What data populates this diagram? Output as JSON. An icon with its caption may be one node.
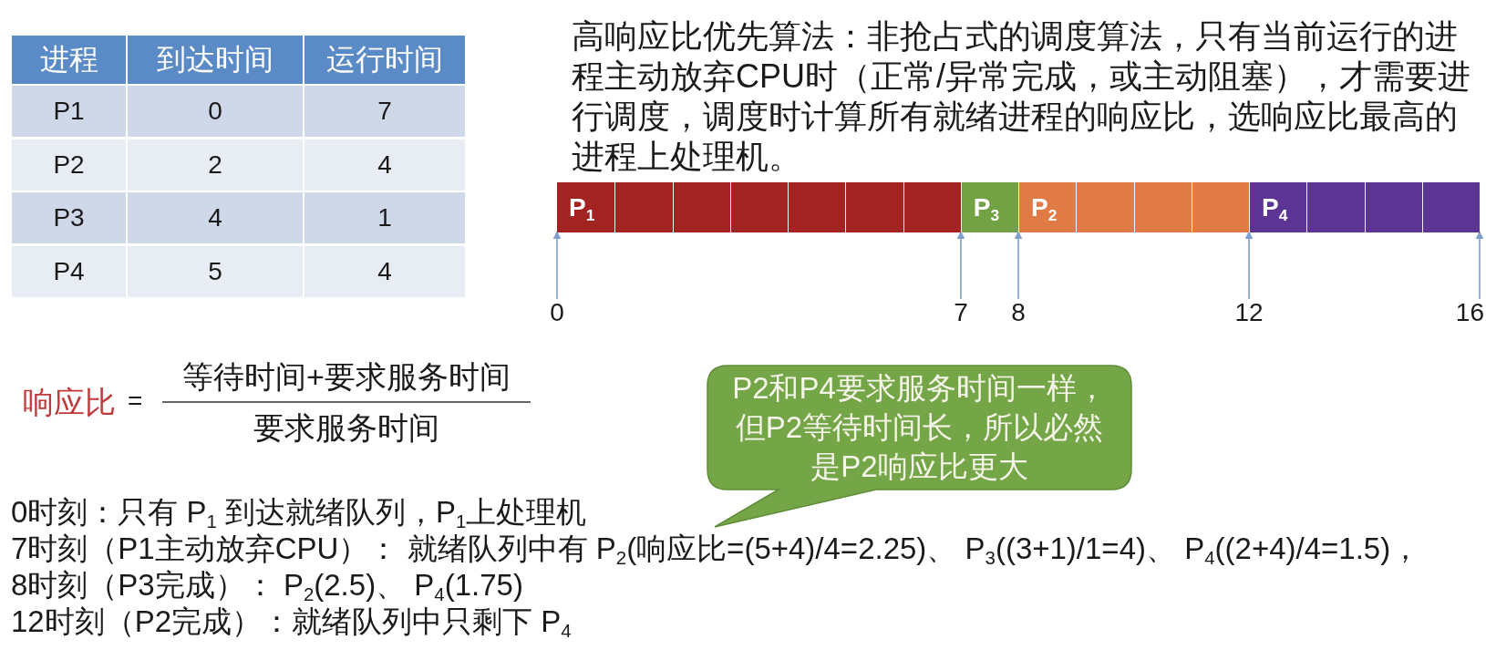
{
  "diagram": {
    "nodes": [
      {
        "text": [
          "P$_{1}$"
        ]
      },
      {
        "text": [],
        "shape": "box"
      },
      {
        "text": [],
        "shape": "box"
      },
      {
        "text": [],
        "shape": "box"
      },
      {
        "text": [],
        "shape": "box"
      },
      {
        "text": [],
        "shape": "box"
      },
      {
        "text": [],
        "shape": "box"
      },
      {
        "text": [
          "P$_{3}$"
        ]
      },
      {
        "text": [
          "P$_{2}$"
        ]
      },
      {
        "text": [],
        "shape": "box"
      },
      {
        "text": [],
        "shape": "box"
      },
      {
        "text": [],
        "shape": "box"
      },
      {
        "text": [
          "P$_{4}$"
        ]
      },
      {
        "text": [],
        "shape": "box"
      },
      {
        "text": [],
        "shape": "box"
      },
      {
        "text": [],
        "shape": "box"
      },
      {
        "text": [
          "0"
        ]
      },
      {
        "text": [
          "7"
        ]
      },
      {
        "text": [
          "8"
        ]
      },
      {
        "text": [
          "12"
        ]
      },
      {
        "text": [
          "16"
        ]
      },
      {
        "text": [
          "P2和P4要求服务时间一样，但P2等待时间长，所以必然是P2响应比更大"
        ]
      }
    ],
    "edges": [
      {
        "from": 16,
        "to": 0,
        "arrow": "to"
      },
      {
        "from": 17,
        "to": 6,
        "arrow": "to"
      },
      {
        "from": 18,
        "to": 7,
        "arrow": "to"
      },
      {
        "from": 19,
        "to": 11,
        "arrow": "to"
      },
      {
        "from": 20,
        "to": 15,
        "arrow": "to"
      }
    ],
    "labels": [
      "进程",
      "到达时间",
      "运行时间",
      "P1",
      "0",
      "7",
      "P2",
      "2",
      "4",
      "P3",
      "4",
      "1",
      "P4",
      "5",
      "4",
      "高响应比优先算法：非抢占式的调度算法，只有当前运行的进程主动放弃CPU时（正常/异常完成，或主动阻塞），才需要进行调度，调度时计算所有就绪进程的响应比，选响应比最高的进程上处理机。",
      "响应比",
      "=",
      "等待时间+要求服务时间",
      "要求服务时间",
      "0时刻：只有 P$_{1}$ 到达就绪队列，P$_{1}$上处理机",
      "7时刻（P1主动放弃CPU）： 就绪队列中有 P$_{2}$(响应比=(5+4)/4=2.25)、 P$_{3}$((3+1)/1=4)、 P$_{4}$((2+4)/4=1.5)，",
      "8时刻（P3完成）： P$_{2}$(2.5)、 P$_{4}$(1.75)",
      "12时刻（P2完成）：就绪队列中只剩下 P$_{4}$"
    ]
  }
}
